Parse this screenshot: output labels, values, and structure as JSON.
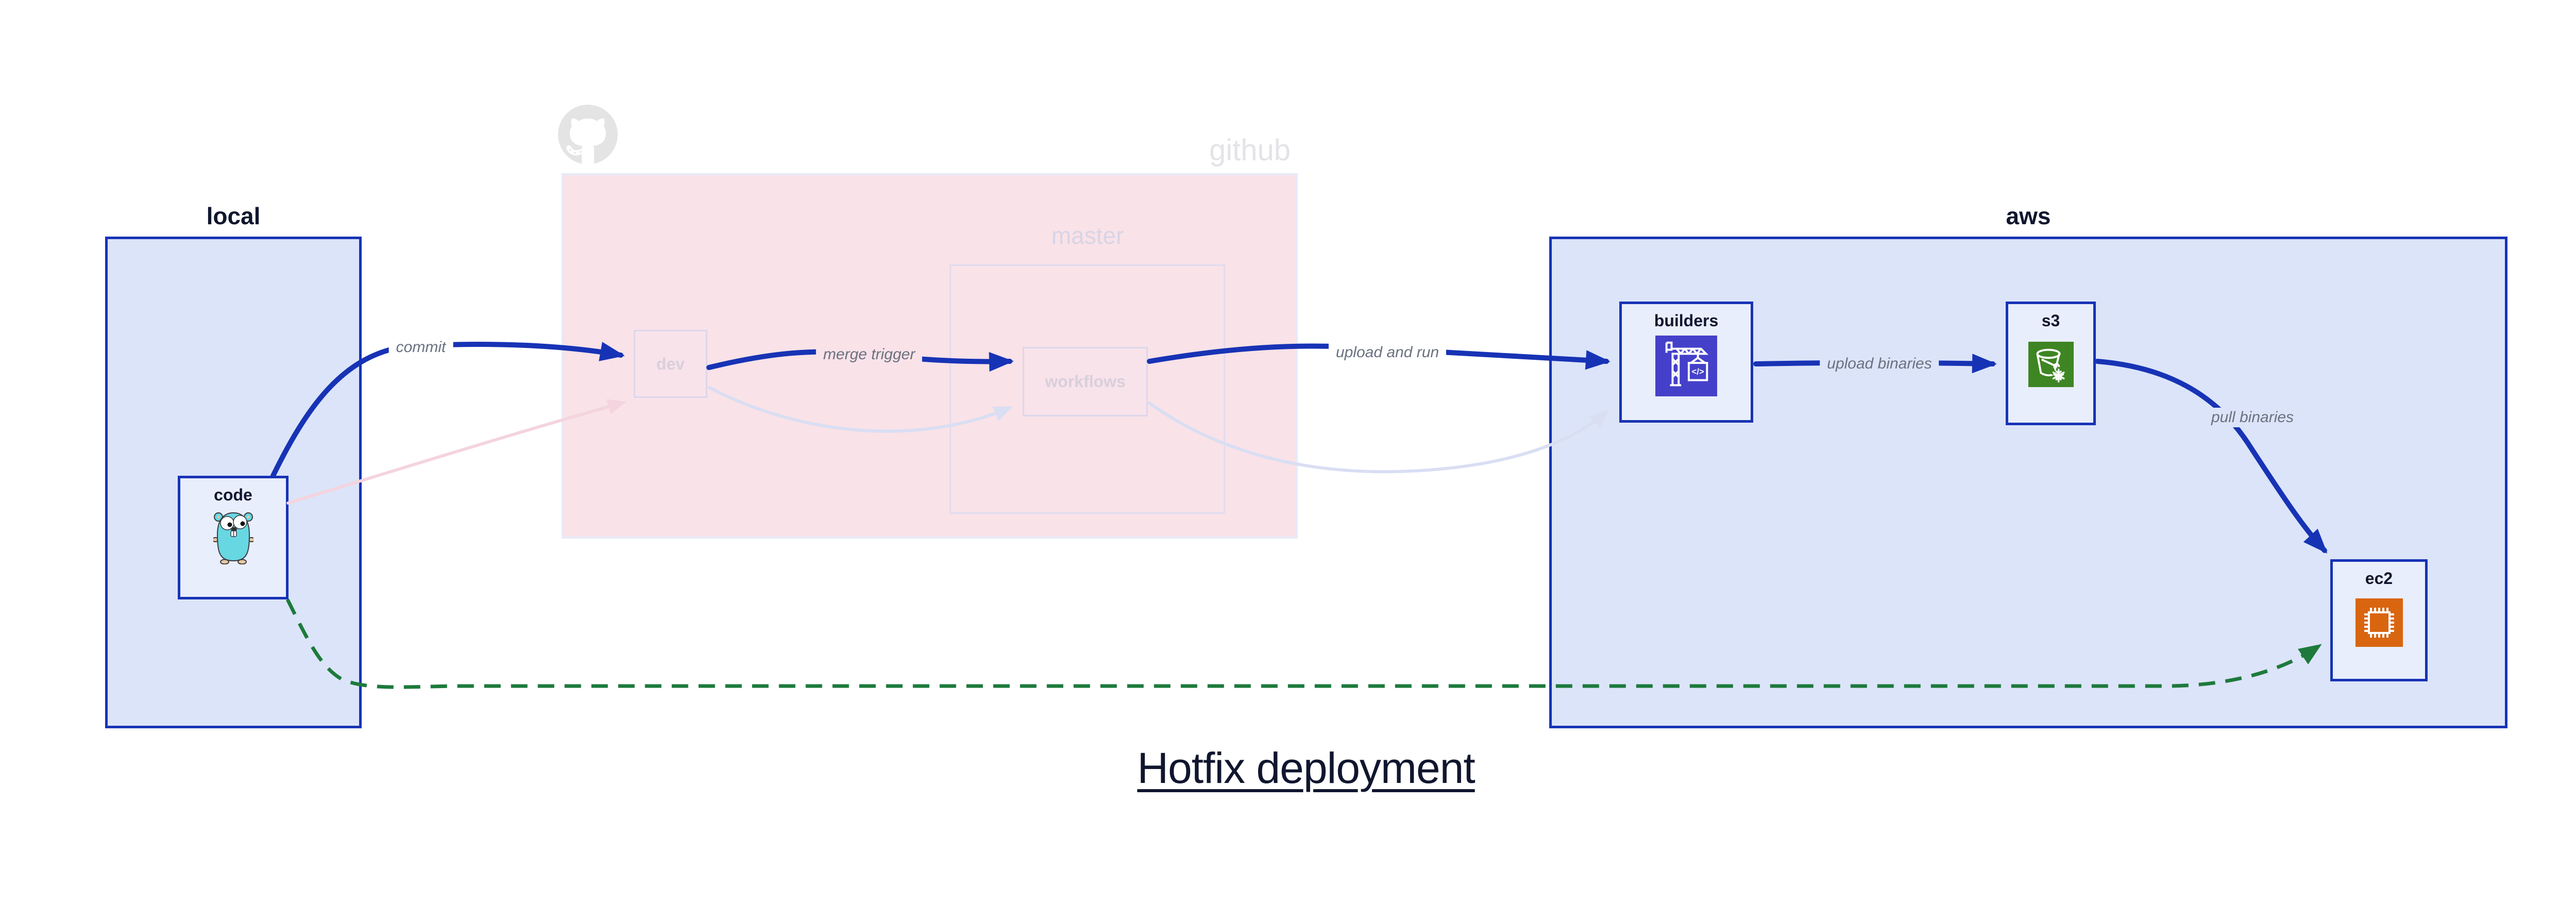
{
  "title": "Hotfix deployment",
  "groups": {
    "local": {
      "label": "local"
    },
    "github": {
      "label": "github"
    },
    "master": {
      "label": "master"
    },
    "aws": {
      "label": "aws"
    }
  },
  "nodes": {
    "code": {
      "label": "code",
      "icon": "go-gopher-icon"
    },
    "dev": {
      "label": "dev"
    },
    "workflows": {
      "label": "workflows"
    },
    "builders": {
      "label": "builders",
      "icon": "codebuild-crane-icon"
    },
    "s3": {
      "label": "s3",
      "icon": "s3-glacier-bucket-icon"
    },
    "ec2": {
      "label": "ec2",
      "icon": "ec2-chip-icon"
    }
  },
  "edges": {
    "commit": {
      "label": "commit",
      "style": "solid-blue"
    },
    "merge_trigger": {
      "label": "merge trigger",
      "style": "solid-blue"
    },
    "upload_and_run": {
      "label": "upload and run",
      "style": "solid-blue"
    },
    "upload_binaries": {
      "label": "upload binaries",
      "style": "solid-blue"
    },
    "pull_binaries": {
      "label": "pull binaries",
      "style": "solid-blue"
    },
    "code_to_dev_faded": {
      "label": "",
      "style": "faded-pink"
    },
    "dev_to_workflows_faded": {
      "label": "",
      "style": "faded-lavender"
    },
    "workflows_to_builders_faded": {
      "label": "",
      "style": "faded-lavender"
    },
    "hotfix_code_to_ec2": {
      "label": "",
      "style": "dashed-green"
    }
  },
  "colors": {
    "blue": "#1733b5",
    "green": "#1d7a3c",
    "group-fill": "#dce4f9",
    "node-fill": "#e9eefc",
    "pink-fill": "#f9e2e8",
    "pink-node-fill": "#f8e3ea",
    "pink-box-border": "#e7eaf8",
    "faded-border": "#dcd7eb",
    "faded-text": "#d9cfdb",
    "master-border": "#e0dcef",
    "master-text": "#d8d4e6",
    "github-text": "#e4e3e8",
    "octocat-gray": "#e4e4e4",
    "arrow-pink": "#f4d4de",
    "arrow-lavender": "#d9def3",
    "edge-label": "#6b7180",
    "ink": "#10162e",
    "icon-indigo": "#4540c9",
    "icon-green": "#3e8523",
    "icon-orange": "#d9650f"
  }
}
